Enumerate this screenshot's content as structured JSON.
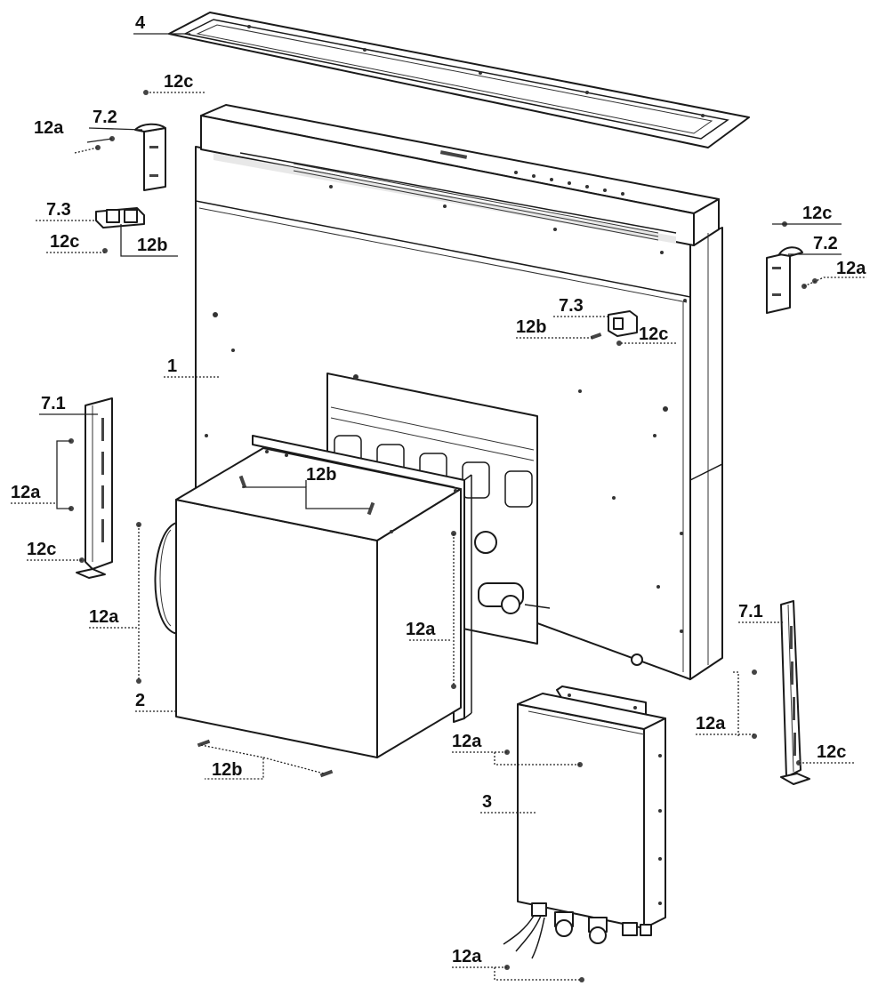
{
  "callouts": {
    "part_4": "4",
    "part_1": "1",
    "part_2": "2",
    "part_3": "3",
    "tl_12c": "12c",
    "tl_12a": "12a",
    "tl_72": "7.2",
    "tl_73": "7.3",
    "tl_12c_b": "12c",
    "tl_12b": "12b",
    "tr_12c": "12c",
    "tr_72": "7.2",
    "tr_12a": "12a",
    "mid_73": "7.3",
    "mid_12b": "12b",
    "mid_12c": "12c",
    "l_71": "7.1",
    "l_12a": "12a",
    "l_12c": "12c",
    "blower_12b_top": "12b",
    "blower_12a_left": "12a",
    "blower_12a_right": "12a",
    "blower_12b_bottom": "12b",
    "r_71": "7.1",
    "r_12a": "12a",
    "r_12c": "12c",
    "ctrl_12a_top": "12a",
    "ctrl_12a_bottom": "12a"
  }
}
